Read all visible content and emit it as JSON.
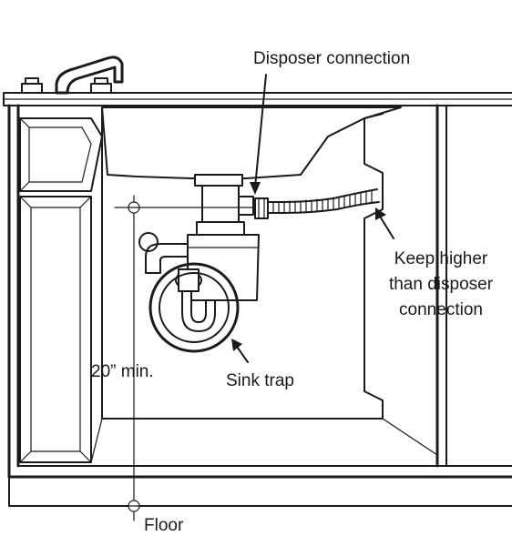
{
  "labels": {
    "disposer_connection": "Disposer connection",
    "keep_higher_line1": "Keep higher",
    "keep_higher_line2": "than disposer",
    "keep_higher_line3": "connection",
    "min_height": "20” min.",
    "sink_trap": "Sink trap",
    "floor": "Floor"
  }
}
